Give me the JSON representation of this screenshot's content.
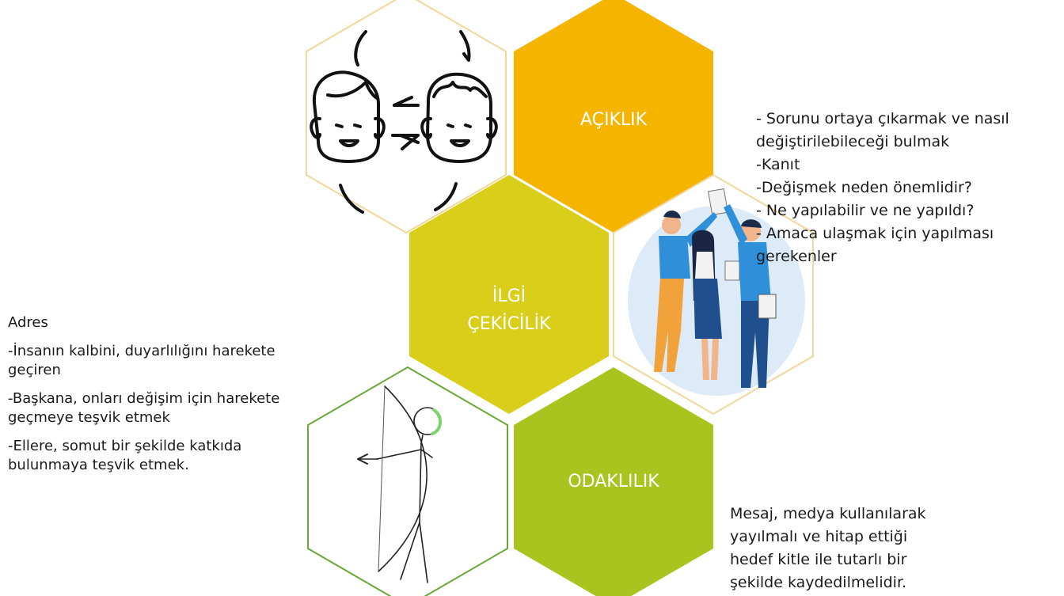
{
  "hexagons": {
    "aciklik": {
      "label": "AÇIKLIK",
      "color": "#f5b400"
    },
    "ilgi": {
      "label_lines": [
        "İLGİ",
        "ÇEKİCİLİK"
      ],
      "color": "#d9cf1a"
    },
    "odaklilik": {
      "label": "ODAKLILIK",
      "color": "#a9c41e"
    }
  },
  "image_hexagons": {
    "exchange_border_color": "#f0d79a",
    "team_border_color": "#f0d79a",
    "archer_border_color": "#6aa834"
  },
  "text_right_top": [
    "- Sorunu ortaya çıkarmak ve nasıl",
    "değiştirilebileceği bulmak",
    "-Kanıt",
    "-Değişmek neden önemlidir?",
    "- Ne yapılabilir ve ne yapıldı?",
    "- Amaca ulaşmak için yapılması",
    "gerekenler"
  ],
  "text_left": {
    "title": "Adres",
    "items": [
      [
        "-İnsanın kalbini, duyarlılığını harekete",
        "geçiren"
      ],
      [
        "-Başkana, onları değişim için harekete",
        "geçmeye teşvik etmek"
      ],
      [
        "-Ellere, somut bir şekilde katkıda",
        "bulunmaya teşvik etmek."
      ]
    ]
  },
  "text_right_bottom": [
    "Mesaj, medya kullanılarak",
    "yayılmalı ve hitap ettiği",
    "hedef kitle ile tutarlı bir",
    "şekilde kaydedilmelidir."
  ]
}
